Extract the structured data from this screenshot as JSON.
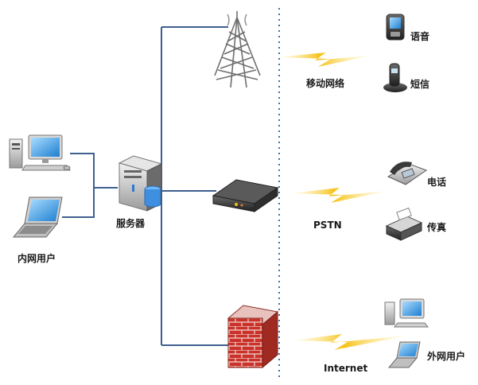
{
  "nodes": {
    "internal_users": "内网用户",
    "server": "服务器",
    "mobile_network": "移动网络",
    "pstn": "PSTN",
    "internet": "Internet"
  },
  "endpoints": {
    "voice": "语音",
    "sms": "短信",
    "phone": "电话",
    "fax": "传真",
    "external_users": "外网用户"
  },
  "colors": {
    "link_line": "#3f5f8f",
    "divider": "#3f6fa8",
    "lightning": "#f4b400",
    "firewall": "#c0392b"
  }
}
